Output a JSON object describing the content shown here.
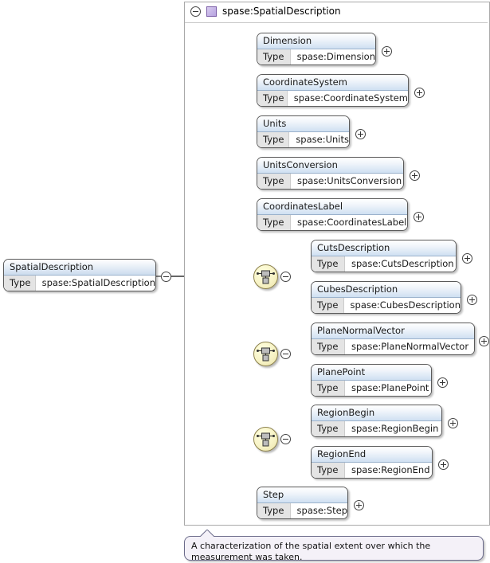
{
  "diagram": {
    "title": "spase:SpatialDescription",
    "type": "xml-schema-element-diagram",
    "root_element": {
      "name": "SpatialDescription",
      "key_label": "Type",
      "type": "spase:SpatialDescription",
      "toggle": "minus"
    },
    "container": {
      "header_label": "spase:SpatialDescription",
      "toggle": "minus",
      "icon": "complex-type-square-icon"
    },
    "compositors": [
      {
        "id": "root-sequence",
        "kind": "sequence",
        "toggle": "minus"
      },
      {
        "id": "choice-cuts",
        "kind": "choice",
        "toggle": "minus"
      },
      {
        "id": "choice-plane",
        "kind": "choice",
        "toggle": "minus"
      },
      {
        "id": "choice-region",
        "kind": "choice",
        "toggle": "minus"
      }
    ],
    "elements": [
      {
        "name": "Dimension",
        "key_label": "Type",
        "type": "spase:Dimension",
        "toggle": "plus",
        "group": "sequence"
      },
      {
        "name": "CoordinateSystem",
        "key_label": "Type",
        "type": "spase:CoordinateSystem",
        "toggle": "plus",
        "group": "sequence"
      },
      {
        "name": "Units",
        "key_label": "Type",
        "type": "spase:Units",
        "toggle": "plus",
        "group": "sequence"
      },
      {
        "name": "UnitsConversion",
        "key_label": "Type",
        "type": "spase:UnitsConversion",
        "toggle": "plus",
        "group": "sequence"
      },
      {
        "name": "CoordinatesLabel",
        "key_label": "Type",
        "type": "spase:CoordinatesLabel",
        "toggle": "plus",
        "group": "sequence"
      },
      {
        "name": "CutsDescription",
        "key_label": "Type",
        "type": "spase:CutsDescription",
        "toggle": "plus",
        "group": "choice-cuts"
      },
      {
        "name": "CubesDescription",
        "key_label": "Type",
        "type": "spase:CubesDescription",
        "toggle": "plus",
        "group": "choice-cuts"
      },
      {
        "name": "PlaneNormalVector",
        "key_label": "Type",
        "type": "spase:PlaneNormalVector",
        "toggle": "plus",
        "group": "choice-plane"
      },
      {
        "name": "PlanePoint",
        "key_label": "Type",
        "type": "spase:PlanePoint",
        "toggle": "plus",
        "group": "choice-plane"
      },
      {
        "name": "RegionBegin",
        "key_label": "Type",
        "type": "spase:RegionBegin",
        "toggle": "plus",
        "group": "choice-region"
      },
      {
        "name": "RegionEnd",
        "key_label": "Type",
        "type": "spase:RegionEnd",
        "toggle": "plus",
        "group": "choice-region"
      },
      {
        "name": "Step",
        "key_label": "Type",
        "type": "spase:Step",
        "toggle": "plus",
        "group": "sequence"
      }
    ],
    "annotation": {
      "text": "A characterization of the spatial extent over which the measurement was taken."
    },
    "colors": {
      "element_header_accent": "#cfe0f2",
      "element_border": "#5a5a5a",
      "compositor_fill": "#f7f3c6",
      "compositor_border": "#8a7f4a",
      "type_square": "#c3b2e6",
      "annotation_background": "#f4f1f8",
      "connector": "#666666",
      "container_border": "#a9a9a9"
    }
  }
}
